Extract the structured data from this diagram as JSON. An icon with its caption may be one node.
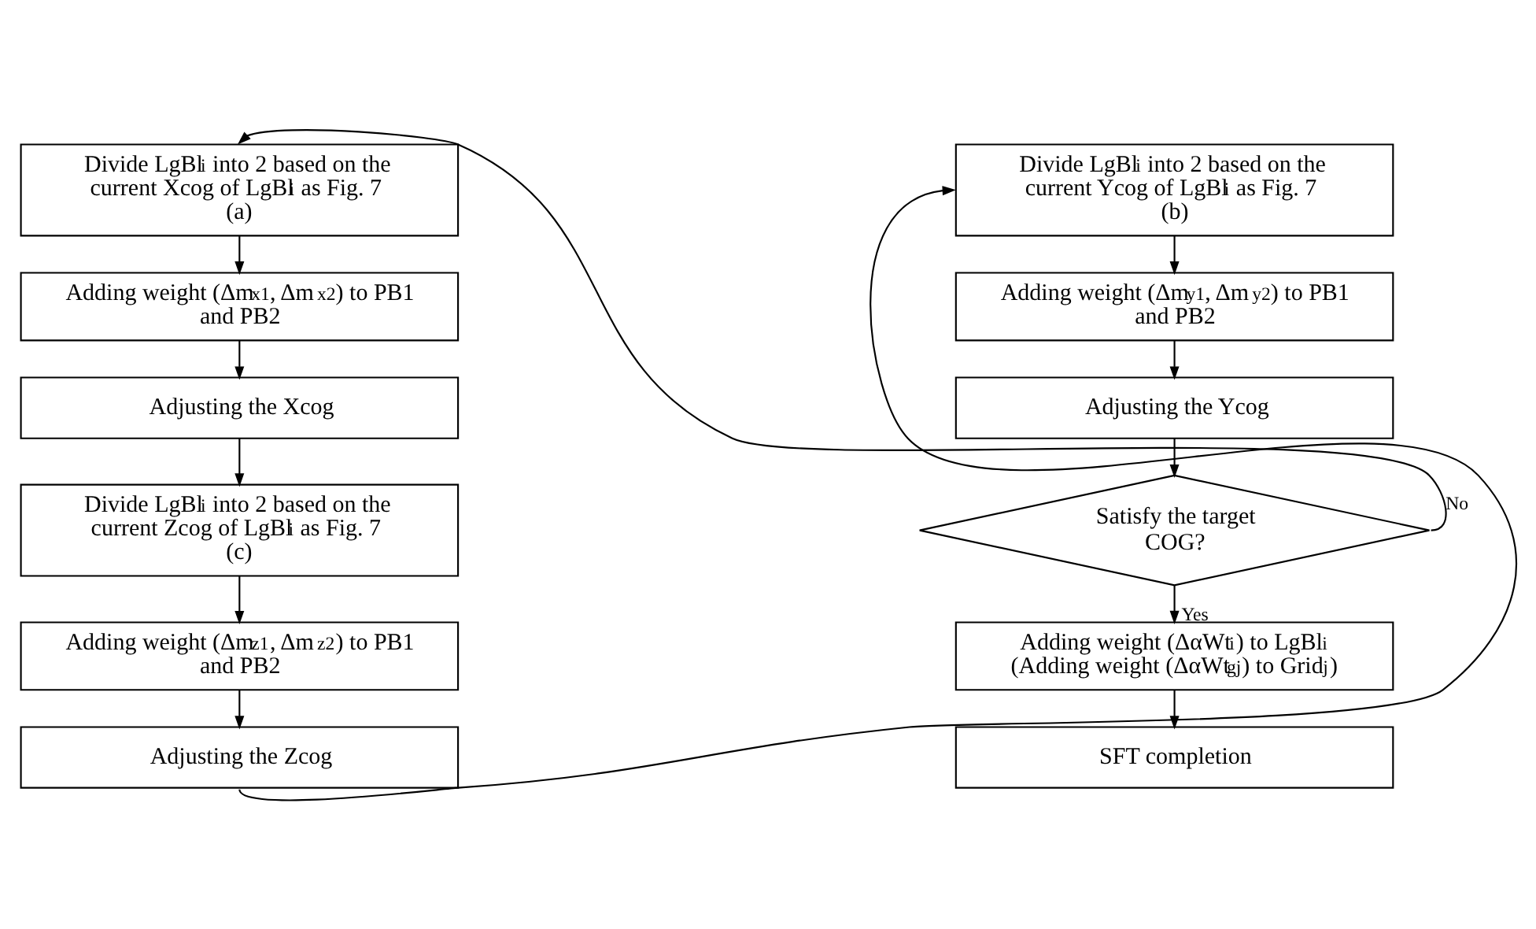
{
  "diagram": {
    "nodes": [
      {
        "text": [
          "Divide LgBl$_{i}$ into 2 based on the current Xcog of LgBl$_{i}$ as Fig. 7 (a)"
        ]
      },
      {
        "text": [
          "Adding weight (Δm$_{x1}$, Δm$_{x2}$) to PB1 and PB2"
        ]
      },
      {
        "text": [
          "Adjusting the Xcog"
        ]
      },
      {
        "text": [
          "Divide LgBl$_{i}$ into 2 based on the current Zcog of LgBl$_{i}$ as Fig. 7 (c)"
        ]
      },
      {
        "text": [
          "Adding weight (Δm$_{z1}$, Δm$_{z2}$) to PB1 and PB2"
        ]
      },
      {
        "text": [
          "Adjusting the Zcog"
        ]
      },
      {
        "text": [
          "Divide LgBl$_{i}$ into 2 based on the current Ycog of LgBl$_{i}$ as Fig. 7 (b)"
        ]
      },
      {
        "text": [
          "Adding weight (Δm$_{y1}$, Δm$_{y2}$) to PB1 and PB2"
        ]
      },
      {
        "text": [
          "Adjusting the Ycog"
        ]
      },
      {
        "text": [
          "Satisfy the target COG?"
        ]
      },
      {
        "text": [
          "Adding weight (ΔαWt$_{i}$) to LgBl$_{i}$ (Adding weight (ΔαWt$_{gj}$) to Grid$_{j}$)"
        ]
      },
      {
        "text": [
          "SFT completion"
        ]
      }
    ],
    "edges": [
      {
        "from": 0,
        "to": 1,
        "arrow": "to"
      },
      {
        "from": 1,
        "to": 2,
        "arrow": "to"
      },
      {
        "from": 2,
        "to": 3,
        "arrow": "to"
      },
      {
        "from": 3,
        "to": 4,
        "arrow": "to"
      },
      {
        "from": 4,
        "to": 5,
        "arrow": "to"
      },
      {
        "from": 5,
        "to": 6,
        "arrow": "to"
      },
      {
        "from": 6,
        "to": 7,
        "arrow": "to"
      },
      {
        "from": 7,
        "to": 8,
        "arrow": "to"
      },
      {
        "from": 8,
        "to": 9,
        "arrow": "to"
      },
      {
        "from": 9,
        "to": 10,
        "arrow": "to",
        "label": "Yes"
      },
      {
        "from": 10,
        "to": 11,
        "arrow": "to"
      },
      {
        "from": 9,
        "to": 0,
        "arrow": "to",
        "label": "No"
      }
    ]
  }
}
